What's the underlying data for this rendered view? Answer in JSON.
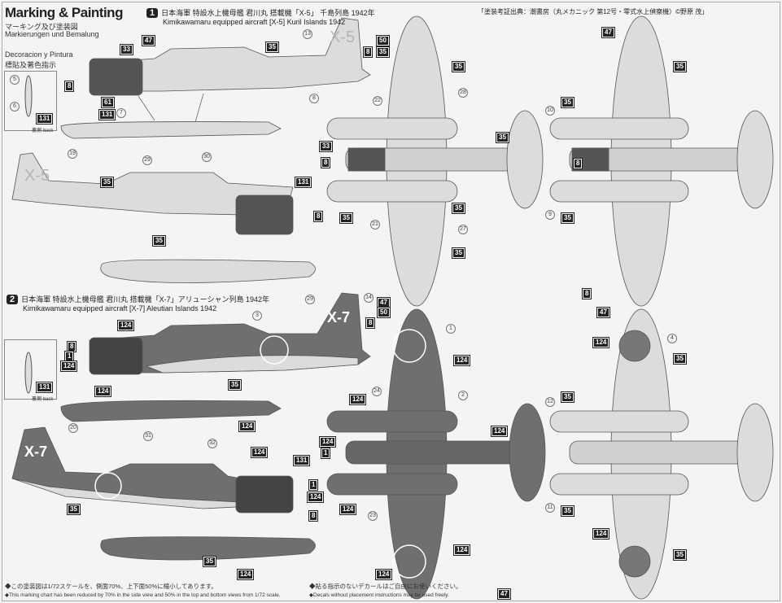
{
  "header": {
    "title": "Marking & Painting",
    "subtitle_jp": "マーキング及び塗装図",
    "subtitle_de": "Markierungen und Bemalung",
    "subtitle_es": "Decoracion y Pintura",
    "subtitle_cn": "標貼及著色指示",
    "source_credit": "「塗装考証出典：潮書房（丸メカニック 第12号・零式水上偵察機）©野原 茂」"
  },
  "schemes": [
    {
      "number": "1",
      "title_jp": "日本海軍 特設水上機母艦 君川丸 搭載機「X-5」 千島列島 1942年",
      "title_en": "Kimikawamaru equipped aircraft [X-5] Kuril Islands 1942",
      "tail_code": "X-5"
    },
    {
      "number": "2",
      "title_jp": "日本海軍 特設水上機母艦 君川丸 搭載機「X-7」アリューシャン列島 1942年",
      "title_en": "Kimikawamaru equipped aircraft [X-7] Aleutian Islands 1942",
      "tail_code": "X-7"
    }
  ],
  "inset": {
    "back_label_jp": "裏側",
    "back_label_en": "back"
  },
  "footer": {
    "note1_jp": "◆この塗装図は1/72スケールを、側面70%、上下面50%に縮小してあります。",
    "note1_en": "◆This marking chart has been reduced by 70% in the side view and 50% in the top and bottom views from 1/72 scale.",
    "note2_jp": "◆貼る指示のないデカールはご自由にお使いください。",
    "note2_en": "◆Decals without placement instructions may be used freely."
  },
  "color_callouts": [
    "47",
    "33",
    "35",
    "8",
    "131",
    "61",
    "131",
    "35",
    "131",
    "8",
    "35",
    "8",
    "50",
    "35",
    "35",
    "35",
    "33",
    "8",
    "35",
    "35",
    "35",
    "47",
    "35",
    "8",
    "35",
    "35",
    "8",
    "47",
    "124",
    "8",
    "1",
    "124",
    "131",
    "124",
    "124",
    "35",
    "124",
    "131",
    "1",
    "8",
    "124",
    "35",
    "35",
    "124",
    "124",
    "124",
    "124",
    "1",
    "124",
    "124",
    "124",
    "124",
    "47",
    "50",
    "8",
    "124",
    "35",
    "35",
    "124",
    "35",
    "35",
    "47"
  ],
  "decal_callouts": [
    "5",
    "6",
    "7",
    "13",
    "19",
    "29",
    "30",
    "8",
    "3",
    "14",
    "20",
    "31",
    "32",
    "29",
    "12",
    "28",
    "27",
    "22",
    "21",
    "10",
    "9",
    "11",
    "4",
    "1",
    "23",
    "24",
    "2"
  ]
}
